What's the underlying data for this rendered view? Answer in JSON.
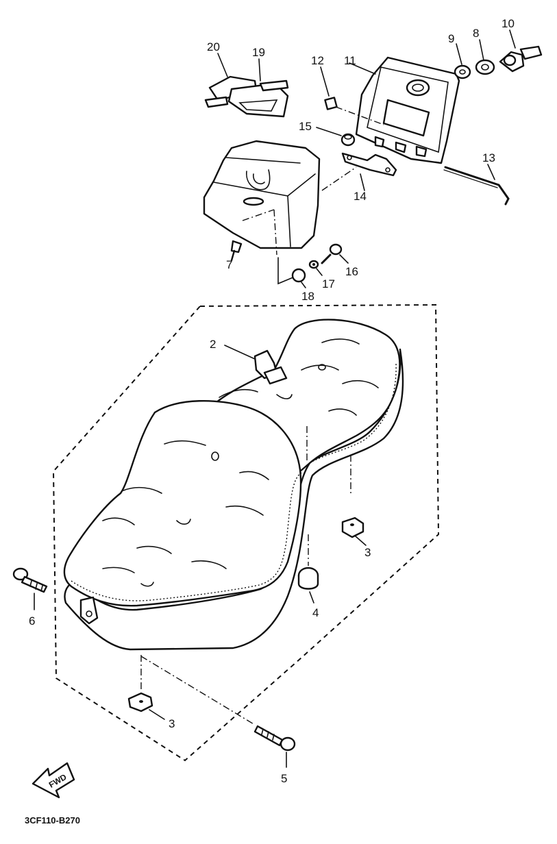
{
  "callouts": [
    "20",
    "19",
    "12",
    "11",
    "9",
    "8",
    "10",
    "15",
    "13",
    "14",
    "7",
    "16",
    "17",
    "18",
    "2",
    "3",
    "4",
    "6",
    "3",
    "5"
  ],
  "arrow_text": "FWD",
  "diagram_code": "3CF110-B270"
}
